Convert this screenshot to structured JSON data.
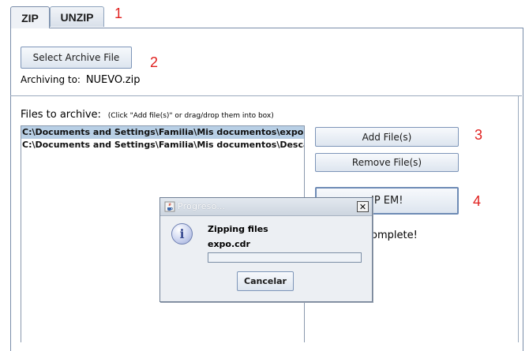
{
  "tabs": [
    {
      "label": "ZIP",
      "active": true
    },
    {
      "label": "UNZIP",
      "active": false
    }
  ],
  "annotations": [
    "1",
    "2",
    "3",
    "4"
  ],
  "archive": {
    "select_button": "Select Archive File",
    "archiving_to_label": "Archiving to:",
    "archiving_to_value": "NUEVO.zip"
  },
  "files": {
    "heading": "Files to archive:",
    "hint": "(Click \"Add file(s)\" or drag/drop them into box)",
    "items": [
      "C:\\Documents and Settings\\Familia\\Mis documentos\\expo.cdr",
      "C:\\Documents and Settings\\Familia\\Mis documentos\\Descargas"
    ]
  },
  "actions": {
    "add_button": "Add File(s)",
    "remove_button": "Remove File(s)",
    "zip_button": "ZIP EM!",
    "zip_button_visible": "IP EM!",
    "status_visible": "omplete!"
  },
  "dialog": {
    "title": "Progreso...",
    "close_glyph": "✕",
    "info_glyph": "i",
    "message": "Zipping files",
    "file": "expo.cdr",
    "progress": 0,
    "cancel_button": "Cancelar"
  },
  "colors": {
    "annotation": "#e0201e",
    "selection": "#b8cfe5"
  }
}
